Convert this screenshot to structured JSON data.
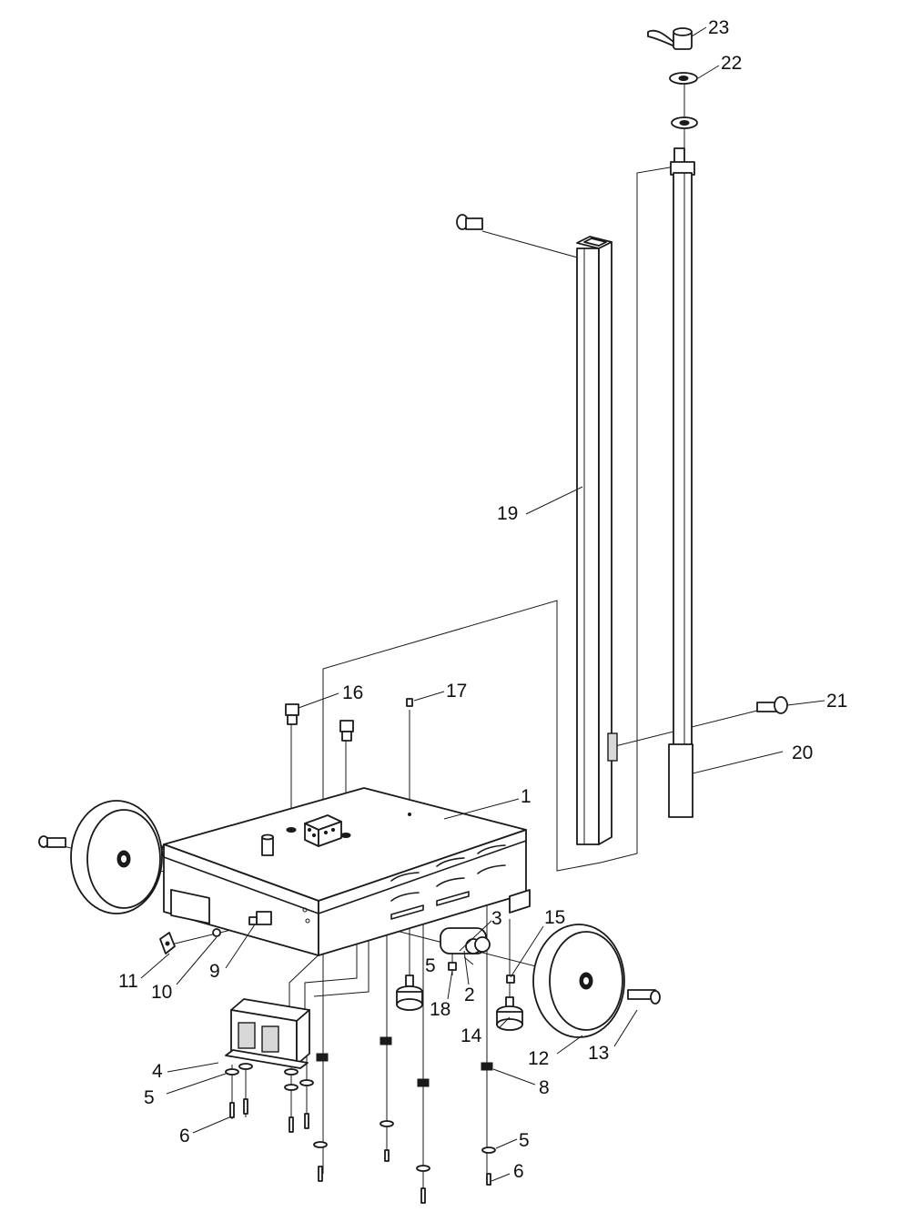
{
  "diagram": {
    "callouts": [
      {
        "id": "c1",
        "label": "1"
      },
      {
        "id": "c2",
        "label": "2"
      },
      {
        "id": "c3",
        "label": "3"
      },
      {
        "id": "c4",
        "label": "4"
      },
      {
        "id": "c5a",
        "label": "5"
      },
      {
        "id": "c5b",
        "label": "5"
      },
      {
        "id": "c5c",
        "label": "5"
      },
      {
        "id": "c6a",
        "label": "6"
      },
      {
        "id": "c6b",
        "label": "6"
      },
      {
        "id": "c8",
        "label": "8"
      },
      {
        "id": "c9",
        "label": "9"
      },
      {
        "id": "c10",
        "label": "10"
      },
      {
        "id": "c11",
        "label": "11"
      },
      {
        "id": "c12",
        "label": "12"
      },
      {
        "id": "c13",
        "label": "13"
      },
      {
        "id": "c14",
        "label": "14"
      },
      {
        "id": "c15",
        "label": "15"
      },
      {
        "id": "c16",
        "label": "16"
      },
      {
        "id": "c17",
        "label": "17"
      },
      {
        "id": "c18",
        "label": "18"
      },
      {
        "id": "c19",
        "label": "19"
      },
      {
        "id": "c20",
        "label": "20"
      },
      {
        "id": "c21",
        "label": "21"
      },
      {
        "id": "c22",
        "label": "22"
      },
      {
        "id": "c23",
        "label": "23"
      }
    ]
  }
}
